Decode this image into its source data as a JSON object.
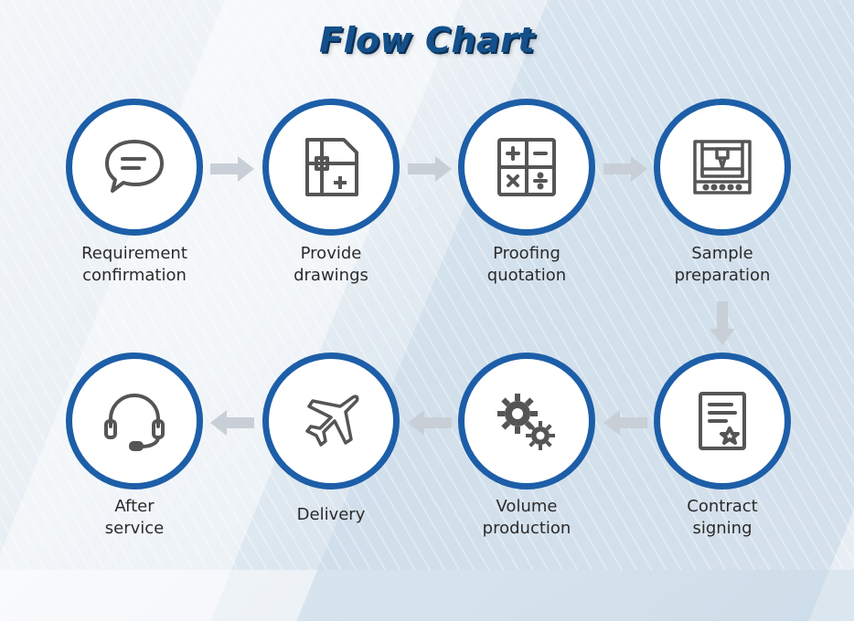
{
  "title": "Flow Chart",
  "colors": {
    "ring": "#1d5ea8",
    "icon": "#555555",
    "arrow": "#c9cfd6",
    "title": "#14508a"
  },
  "steps": [
    {
      "line1": "Requirement",
      "line2": "confirmation",
      "icon": "chat-bubble-icon"
    },
    {
      "line1": "Provide",
      "line2": "drawings",
      "icon": "drawing-plan-icon"
    },
    {
      "line1": "Proofing",
      "line2": "quotation",
      "icon": "calculator-icon"
    },
    {
      "line1": "Sample",
      "line2": "preparation",
      "icon": "cnc-machine-icon"
    },
    {
      "line1": "Contract",
      "line2": "signing",
      "icon": "contract-certificate-icon"
    },
    {
      "line1": "Volume",
      "line2": "production",
      "icon": "gears-icon"
    },
    {
      "line1": "Delivery",
      "line2": "",
      "icon": "airplane-icon"
    },
    {
      "line1": "After",
      "line2": "service",
      "icon": "headset-icon"
    }
  ]
}
